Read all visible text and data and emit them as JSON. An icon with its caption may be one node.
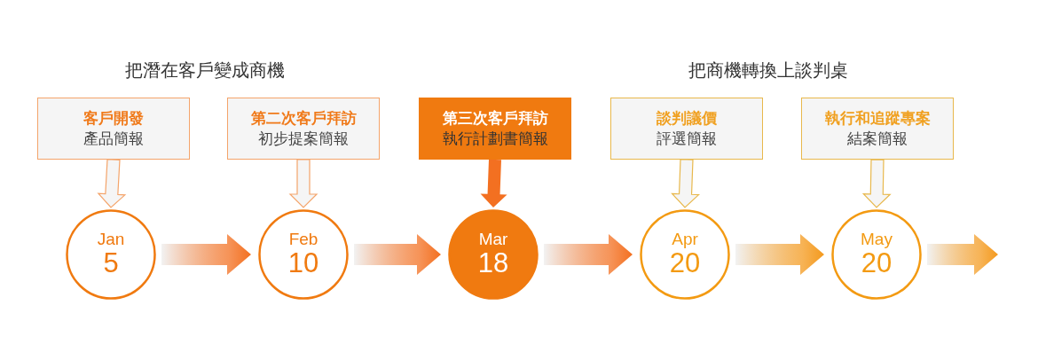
{
  "diagram": {
    "nodes": [
      {
        "text": [
          "客戶開發",
          "產品簡報"
        ]
      },
      {
        "text": [
          "第二次客戶拜訪",
          "初步提案簡報"
        ]
      },
      {
        "text": [
          "第三次客戶拜訪",
          "執行計劃書簡報"
        ]
      },
      {
        "text": [
          "談判議價",
          "評選簡報"
        ]
      },
      {
        "text": [
          "執行和追蹤專案",
          "結案簡報"
        ]
      },
      {
        "text": [
          "Jan",
          "5"
        ]
      },
      {
        "text": [
          "Feb",
          "10"
        ]
      },
      {
        "text": [
          "Mar",
          "18"
        ]
      },
      {
        "text": [
          "Apr",
          "20"
        ]
      },
      {
        "text": [
          "May",
          "20"
        ]
      }
    ],
    "edges": [
      {
        "from": 0,
        "to": 5,
        "arrow": "to",
        "color": "#f4a46a"
      },
      {
        "from": 1,
        "to": 6,
        "arrow": "to",
        "color": "#f4a46a"
      },
      {
        "from": 2,
        "to": 7,
        "arrow": "to",
        "style": "thick"
      },
      {
        "from": 3,
        "to": 8,
        "arrow": "to",
        "color": "#e8b84c"
      },
      {
        "from": 4,
        "to": 9,
        "arrow": "to",
        "color": "#e8b84c"
      },
      {
        "from": 5,
        "to": 6,
        "arrow": "to"
      },
      {
        "from": 6,
        "to": 7,
        "arrow": "to"
      },
      {
        "from": 7,
        "to": 8,
        "arrow": "to"
      },
      {
        "from": 8,
        "to": 9,
        "arrow": "to",
        "color": "#f49a1e"
      },
      {
        "from": 9,
        "to": null,
        "arrow": "to",
        "color": "#f49a1e"
      }
    ],
    "labels": [
      "把潛在客戶變成商機",
      "把商機轉換上談判桌"
    ]
  }
}
